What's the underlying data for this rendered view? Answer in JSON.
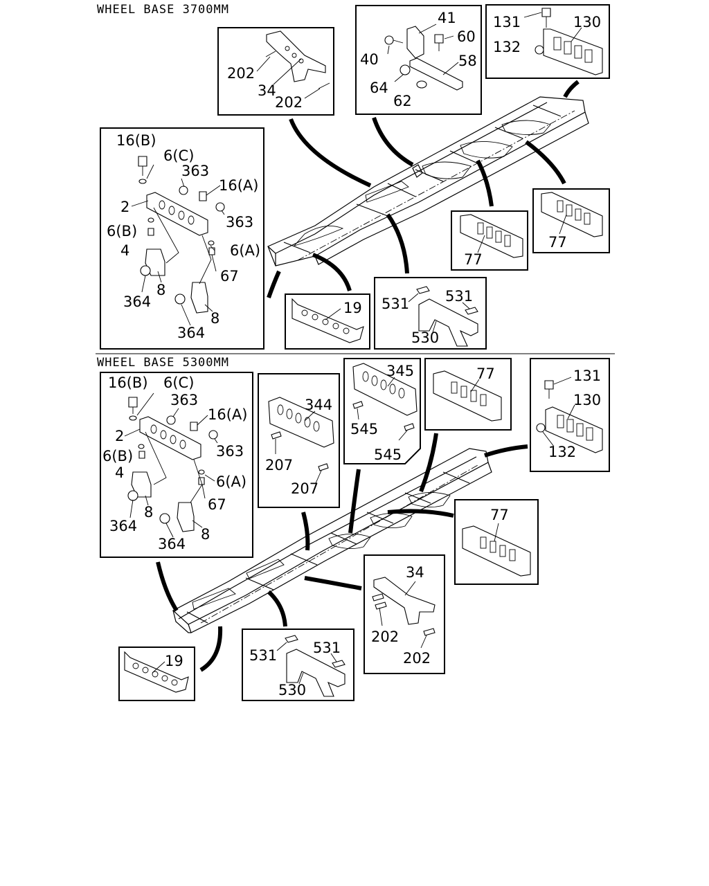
{
  "sections": {
    "top": {
      "title": "WHEEL BASE 3700MM"
    },
    "bottom": {
      "title": "WHEEL BASE 5300MM"
    }
  },
  "callouts": {
    "t_202a": "202",
    "t_34": "34",
    "t_202b": "202",
    "t_41": "41",
    "t_60": "60",
    "t_40": "40",
    "t_58": "58",
    "t_64": "64",
    "t_62": "62",
    "t_131": "131",
    "t_130": "130",
    "t_132": "132",
    "t_16b": "16(B)",
    "t_6c": "6(C)",
    "t_363a": "363",
    "t_16a": "16(A)",
    "t_2": "2",
    "t_363b": "363",
    "t_6b": "6(B)",
    "t_6a": "6(A)",
    "t_4": "4",
    "t_67": "67",
    "t_364a": "364",
    "t_8a": "8",
    "t_364b": "364",
    "t_8b": "8",
    "t_77a": "77",
    "t_77b": "77",
    "t_19": "19",
    "t_531a": "531",
    "t_531b": "531",
    "t_530": "530",
    "b_16b": "16(B)",
    "b_6c": "6(C)",
    "b_363a": "363",
    "b_16a": "16(A)",
    "b_2": "2",
    "b_363b": "363",
    "b_6b": "6(B)",
    "b_4": "4",
    "b_6a": "6(A)",
    "b_67": "67",
    "b_364a": "364",
    "b_8a": "8",
    "b_364b": "364",
    "b_8b": "8",
    "b_344": "344",
    "b_207a": "207",
    "b_207b": "207",
    "b_345": "345",
    "b_545a": "545",
    "b_545b": "545",
    "b_77a": "77",
    "b_131": "131",
    "b_130": "130",
    "b_132": "132",
    "b_77b": "77",
    "b_34": "34",
    "b_202a": "202",
    "b_202b": "202",
    "b_531a": "531",
    "b_531b": "531",
    "b_530": "530",
    "b_19": "19"
  }
}
